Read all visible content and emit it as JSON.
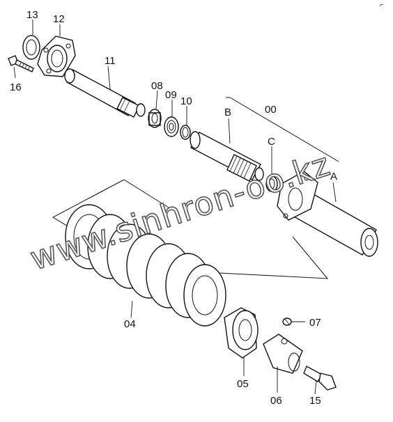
{
  "diagram": {
    "labels": {
      "p13": "13",
      "p12": "12",
      "p16": "16",
      "p11": "11",
      "p08": "08",
      "p09": "09",
      "p10": "10",
      "pB": "B",
      "p00": "00",
      "pC": "C",
      "pA": "A",
      "p04": "04",
      "p07": "07",
      "p05": "05",
      "p06": "06",
      "p15": "15"
    },
    "corner_mark": "⌐",
    "watermark": "www.sinhron-oo.kz"
  }
}
